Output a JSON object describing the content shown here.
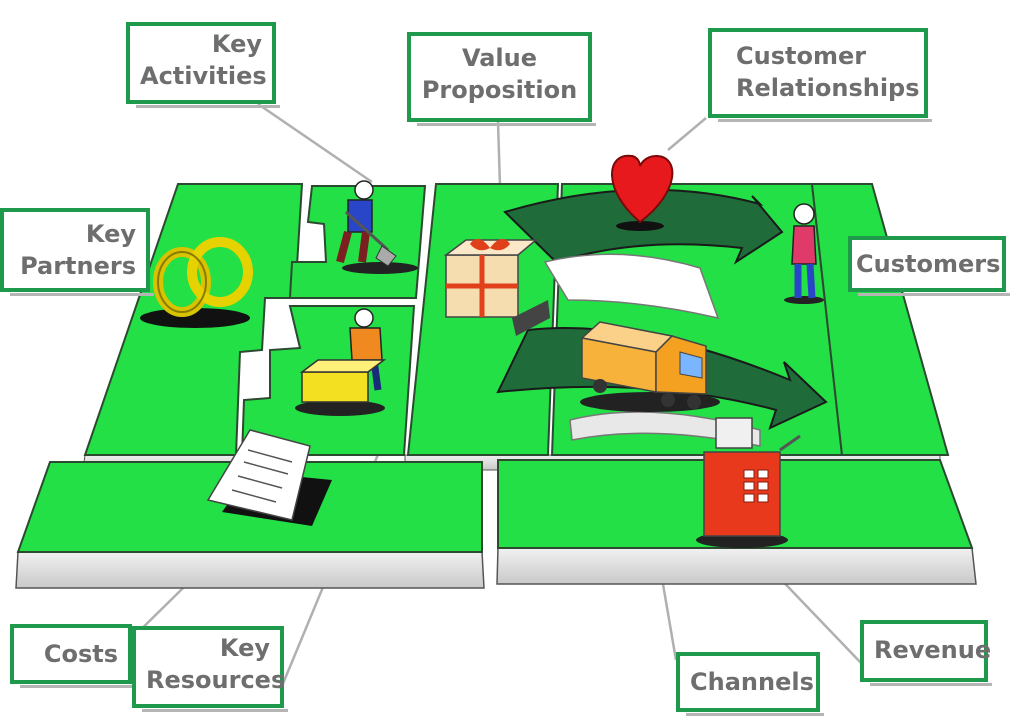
{
  "labels": {
    "key_activities": [
      "Key",
      "Activities"
    ],
    "value_proposition": [
      "Value",
      "Proposition"
    ],
    "customer_relationships": [
      "Customer",
      "Relationships"
    ],
    "key_partners": [
      "Key",
      "Partners"
    ],
    "customers": [
      "Customers"
    ],
    "costs": [
      "Costs"
    ],
    "key_resources": [
      "Key",
      "Resources"
    ],
    "channels": [
      "Channels"
    ],
    "revenue": [
      "Revenue"
    ]
  },
  "colors": {
    "board_green": "#22e045",
    "dark_green": "#1f6b3a",
    "label_border": "#1f9a4c",
    "label_text": "#6e6e6e",
    "heart": "#e8191d"
  },
  "icons": [
    "rings-icon",
    "digging-person-icon",
    "worker-with-crate-icon",
    "gift-box-icon",
    "heart-icon",
    "standing-customer-icon",
    "delivery-truck-icon",
    "cash-register-icon",
    "cost-document-icon"
  ]
}
